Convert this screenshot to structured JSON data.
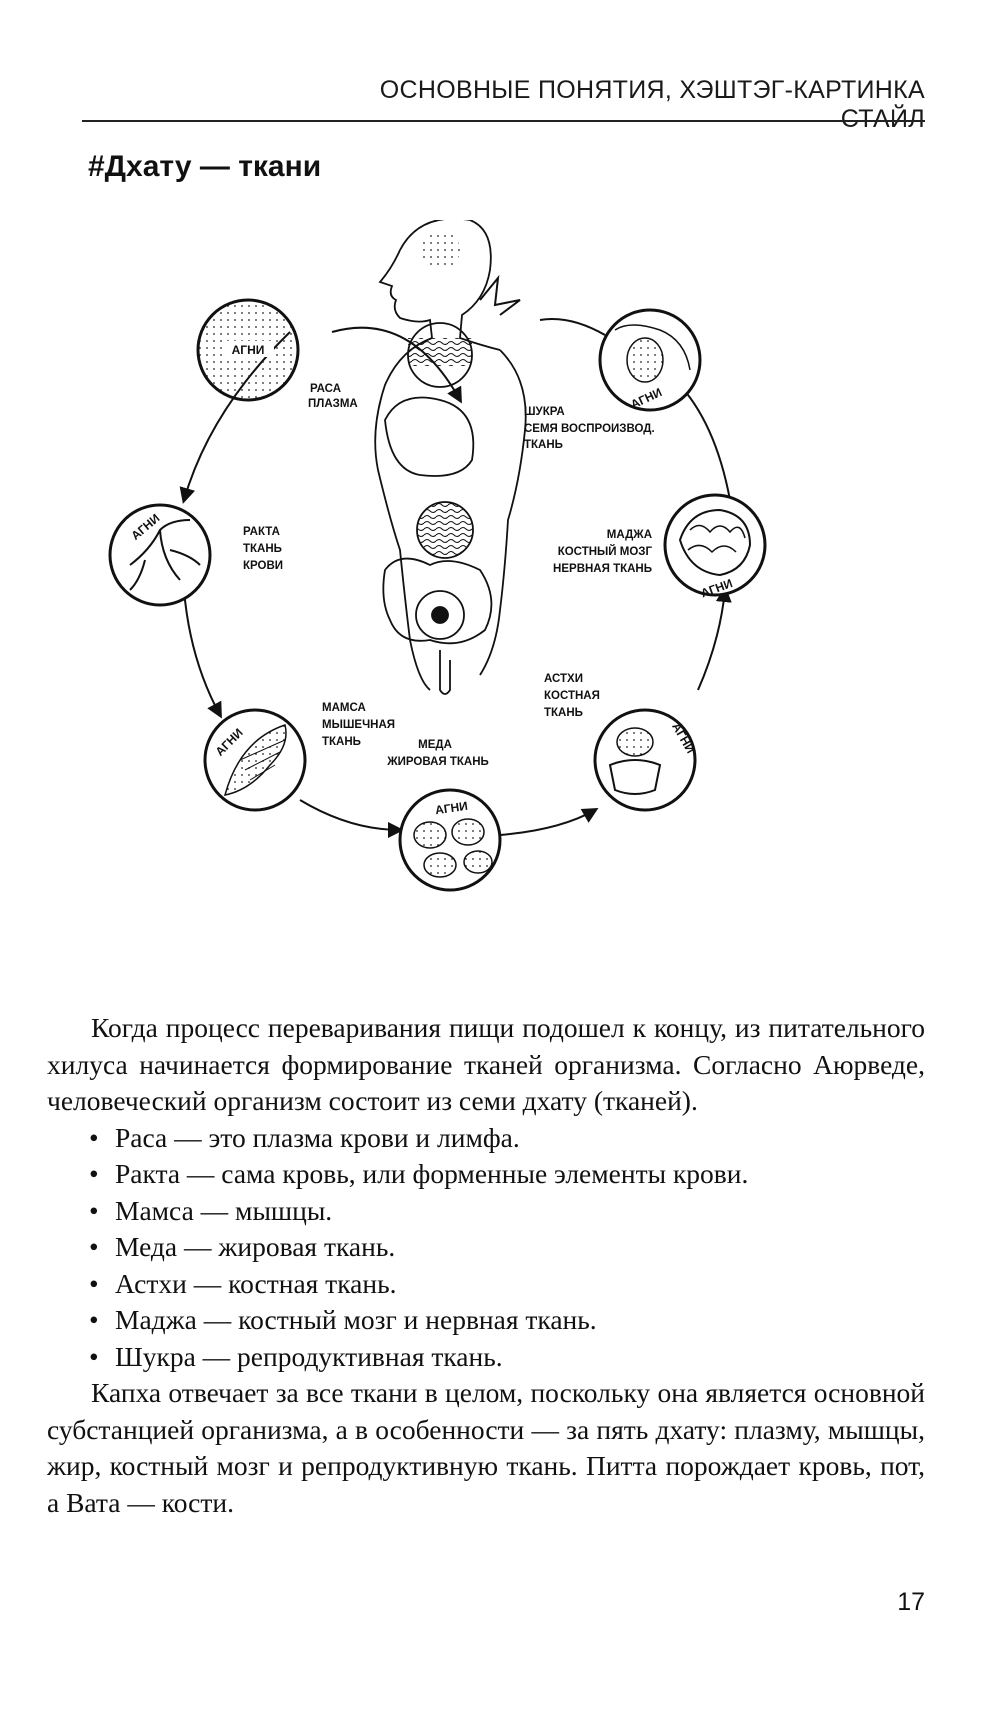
{
  "header": {
    "running_title": "ОСНОВНЫЕ ПОНЯТИЯ, ХЭШТЭГ-КАРТИНКА СТАЙЛ"
  },
  "section": {
    "title": "#Дхату — ткани"
  },
  "diagram": {
    "agni_label": "АГНИ",
    "labels": {
      "rasa": [
        "РАСА",
        "ПЛАЗМА"
      ],
      "shukra": [
        "ШУКРА",
        "СЕМЯ ВОСПРОИЗВОД.",
        "ТКАНЬ"
      ],
      "rakta": [
        "РАКТА",
        "ТКАНЬ",
        "КРОВИ"
      ],
      "majja": [
        "МАДЖА",
        "КОСТНЫЙ МОЗГ",
        "НЕРВНАЯ ТКАНЬ"
      ],
      "asthi": [
        "АСТХИ",
        "КОСТНАЯ",
        "ТКАНЬ"
      ],
      "mamsa": [
        "МАМСА",
        "МЫШЕЧНАЯ",
        "ТКАНЬ"
      ],
      "meda": [
        "МЕДА",
        "ЖИРОВАЯ ТКАНЬ"
      ]
    }
  },
  "body": {
    "intro": "Когда процесс переваривания пищи подошел к концу, из питательного хилуса начинается формирование тканей организма. Согласно Аюрведе, человеческий организм состоит из семи дхату (тканей).",
    "items": [
      "Раса — это плазма крови и лимфа.",
      "Ракта — сама кровь, или форменные элементы крови.",
      "Мамса — мышцы.",
      "Меда — жировая ткань.",
      "Астхи — костная ткань.",
      "Маджа — костный мозг и нервная ткань.",
      "Шукра — репродуктивная ткань."
    ],
    "closing": "Капха отвечает за все ткани в целом, поскольку она является основной субстанцией организма, а в особенности — за пять дхату: плазму, мышцы, жир, костный мозг и репродуктивную ткань. Питта порождает кровь, пот, а Вата — кости."
  },
  "footer": {
    "page_number": "17"
  }
}
